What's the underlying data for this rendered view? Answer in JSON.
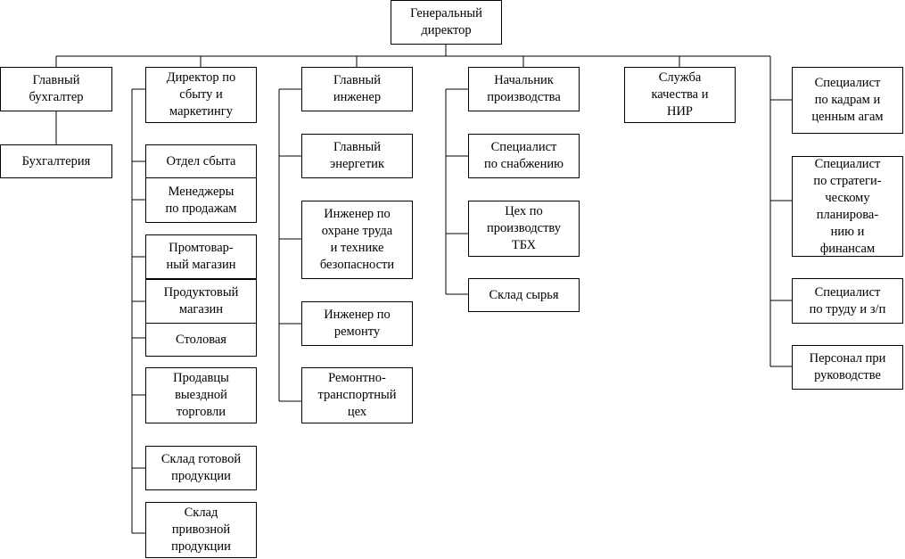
{
  "nodes": {
    "general_director": "Генеральный\nдиректор",
    "chief_accountant": "Главный\nбухгалтер",
    "accounting": "Бухгалтерия",
    "sales_director": "Директор по\nсбыту и\nмаркетингу",
    "sales_dept": "Отдел сбыта",
    "sales_managers": "Менеджеры\nпо продажам",
    "industrial_store": "Промтовар-\nный магазин",
    "grocery_store": "Продуктовый\nмагазин",
    "canteen": "Столовая",
    "mobile_sellers": "Продавцы\nвыездной\nторговли",
    "finished_goods_warehouse": "Склад готовой\nпродукции",
    "imported_goods_warehouse": "Склад\nпривозной\nпродукции",
    "chief_engineer": "Главный\nинженер",
    "chief_power_engineer": "Главный\nэнергетик",
    "safety_engineer": "Инженер по\nохране труда\nи технике\nбезопасности",
    "repair_engineer": "Инженер по\nремонту",
    "transport_shop": "Ремонтно-\nтранспортный\nцех",
    "production_head": "Начальник\nпроизводства",
    "supply_specialist": "Специалист\nпо снабжению",
    "tbh_shop": "Цех по\nпроизводству\nТБХ",
    "raw_warehouse": "Склад сырья",
    "quality_service": "Служба\nкачества и\nНИР",
    "hr_specialist": "Специалист\nпо кадрам и\nценным агам",
    "strategy_specialist": "Специалист\nпо стратеги-\nческому\nпланирова-\nнию и\nфинансам",
    "labor_specialist": "Специалист\nпо труду и з/п",
    "admin_staff": "Персонал при\nруководстве"
  }
}
